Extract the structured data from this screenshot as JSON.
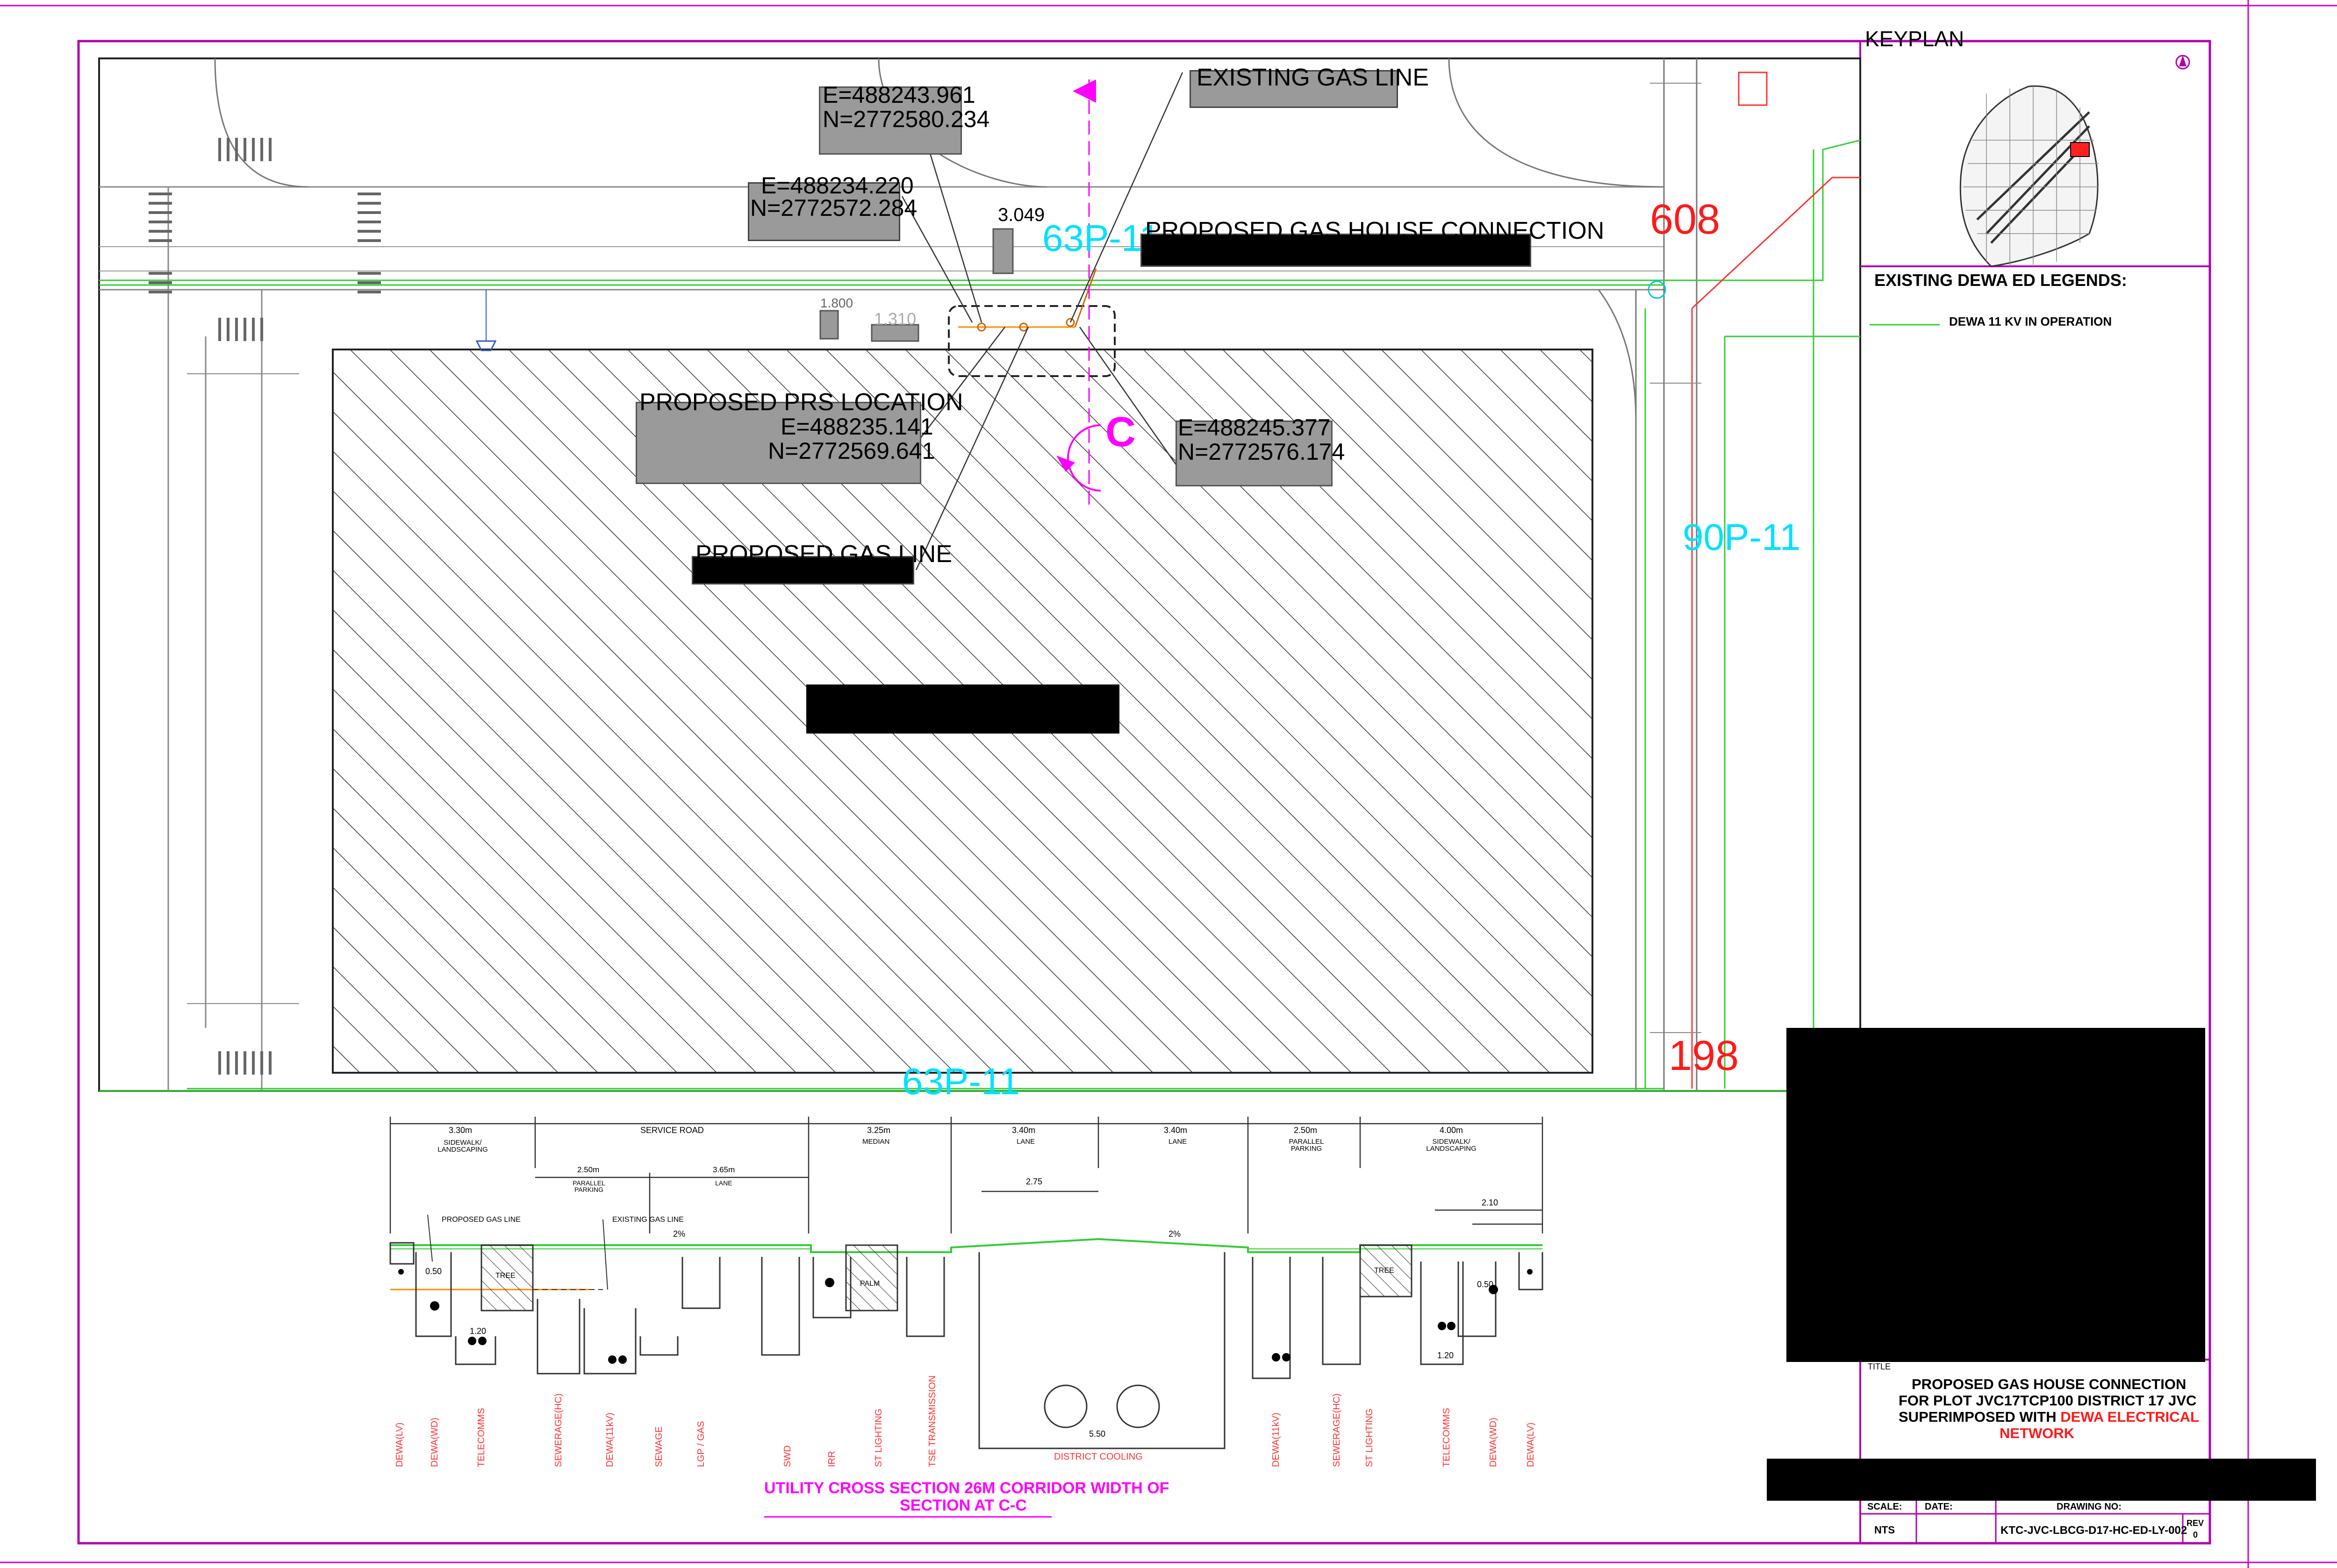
{
  "plan": {
    "coord_a": {
      "e": "E=488243.961",
      "n": "N=2772580.234"
    },
    "coord_b": {
      "e": "E=488234.220",
      "n": "N=2772572.284"
    },
    "coord_c": {
      "e": "E=488235.141",
      "n": "N=2772569.641"
    },
    "coord_d": {
      "e": "E=488245.377",
      "n": "N=2772576.174"
    },
    "label_existing_gas": "EXISTING GAS LINE",
    "label_prop_connection": "PROPOSED GAS HOUSE CONNECTION",
    "label_prs_location": "PROPOSED PRS LOCATION",
    "label_prop_gas_line": "PROPOSED GAS LINE",
    "dim_3049": "3.049",
    "dim_1800": "1.800",
    "dim_1310": "1.310",
    "section_letter": "C",
    "plot_top": "63P-11",
    "plot_bottom": "63P-11",
    "plot_right": "90P-11",
    "num_608": "608",
    "num_198": "198"
  },
  "section": {
    "top_dims": [
      "3.30m",
      "SERVICE ROAD",
      "3.25m",
      "3.40m",
      "3.40m",
      "2.50m",
      "4.00m"
    ],
    "top_names": [
      "SIDEWALK/ LANDSCAPING",
      "MEDIAN",
      "LANE",
      "LANE",
      "PARALLEL PARKING",
      "SIDEWALK/ LANDSCAPING"
    ],
    "sub_dims": [
      "2.50m",
      "3.65m"
    ],
    "sub_names": [
      "PARALLEL PARKING",
      "LANE"
    ],
    "proposed_gas_line": "PROPOSED GAS LINE",
    "existing_gas_line": "EXISTING GAS LINE",
    "slope_left": "2%",
    "slope_right": "2%",
    "dim_275": "2.75",
    "dim_550": "5.50",
    "dim_210": "2.10",
    "dim_050a": "0.50",
    "dim_050b": "0.50",
    "dim_120a": "1.20",
    "dim_120b": "1.20",
    "tree_left": "TREE",
    "tree_right": "TREE",
    "palm": "PALM",
    "utilities": [
      "DEWA(LV)",
      "DEWA(WD)",
      "TELECOMMS",
      "SEWERAGE(HC)",
      "DEWA(11kV)",
      "SEWAGE",
      "LGP / GAS",
      "SWD",
      "IRR",
      "ST LIGHTING",
      "TSE TRANSMISSION",
      "DISTRICT COOLING",
      "DEWA(11kV)",
      "SEWERAGE(HC)",
      "ST LIGHTING",
      "TELECOMMS",
      "DEWA(WD)",
      "DEWA(LV)"
    ],
    "caption_1": "UTILITY CROSS SECTION 26M CORRIDOR WIDTH OF",
    "caption_2": "SECTION AT C-C"
  },
  "keyplan": {
    "title": "KEYPLAN",
    "legend_title": "EXISTING DEWA ED LEGENDS:",
    "legend_item": "DEWA 11 KV IN OPERATION"
  },
  "title_block": {
    "title_label": "TITLE",
    "line1": "PROPOSED GAS HOUSE CONNECTION",
    "line2": "FOR PLOT JVC17TCP100 DISTRICT 17 JVC",
    "line3a": "SUPERIMPOSED WITH ",
    "line3b": "DEWA ELECTRICAL",
    "line4": "NETWORK",
    "scale_label": "SCALE:",
    "date_label": "DATE:",
    "drawing_no_label": "DRAWING NO:",
    "scale_value": "NTS",
    "drawing_no": "KTC-JVC-LBCG-D17-HC-ED-LY-002",
    "rev_label": "REV",
    "rev_value": "0"
  },
  "colors": {
    "border": "#b000b0",
    "dewa_green": "#33cc33",
    "plot_cyan": "#00e0ff",
    "red": "#ff1a1a",
    "magenta": "#ff00ff"
  }
}
